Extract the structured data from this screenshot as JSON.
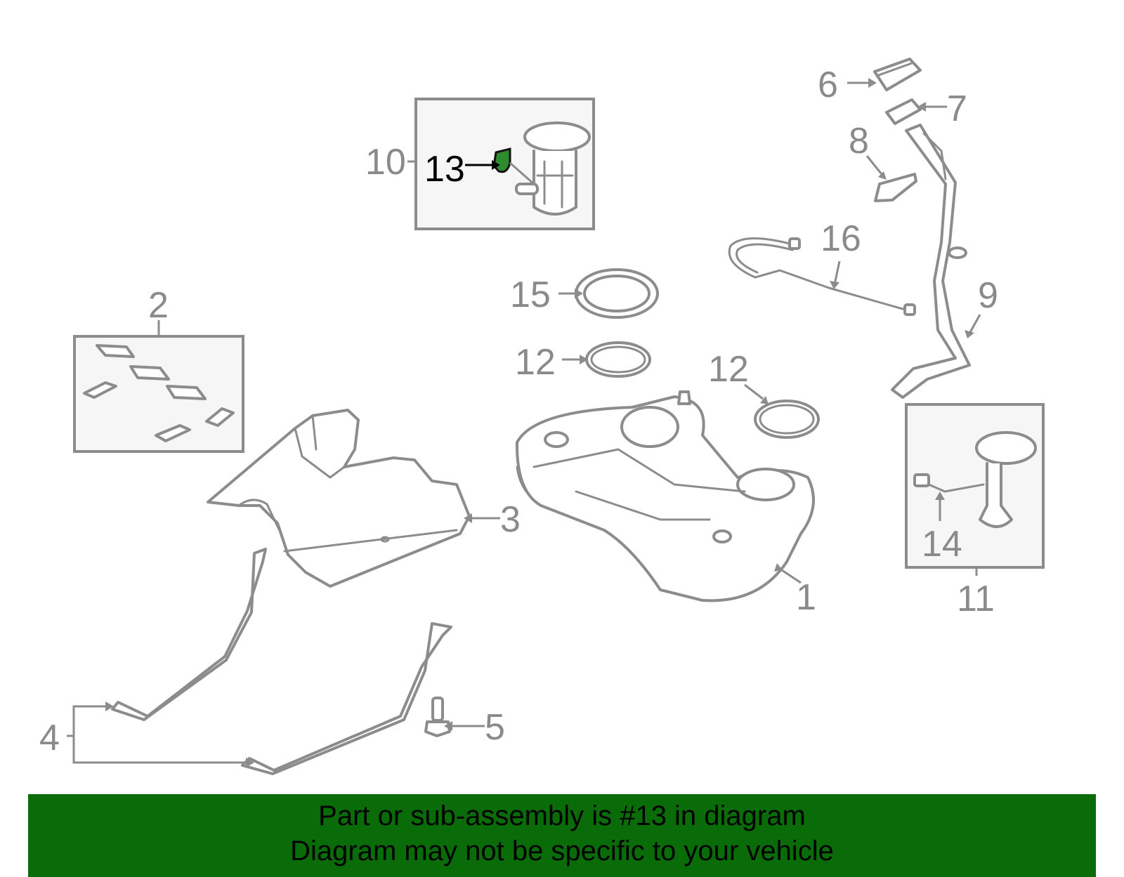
{
  "callouts": {
    "c1": "1",
    "c2": "2",
    "c3": "3",
    "c4": "4",
    "c5": "5",
    "c6": "6",
    "c7": "7",
    "c8": "8",
    "c9": "9",
    "c10": "10",
    "c11": "11",
    "c12a": "12",
    "c12b": "12",
    "c13": "13",
    "c14": "14",
    "c15": "15",
    "c16": "16"
  },
  "highlight": {
    "part_number": "13",
    "color": "#2e8b2e"
  },
  "banner": {
    "line1": "Part or sub-assembly is #13 in diagram",
    "line2": "Diagram may not be specific to your vehicle",
    "background": "#0a6b09"
  }
}
